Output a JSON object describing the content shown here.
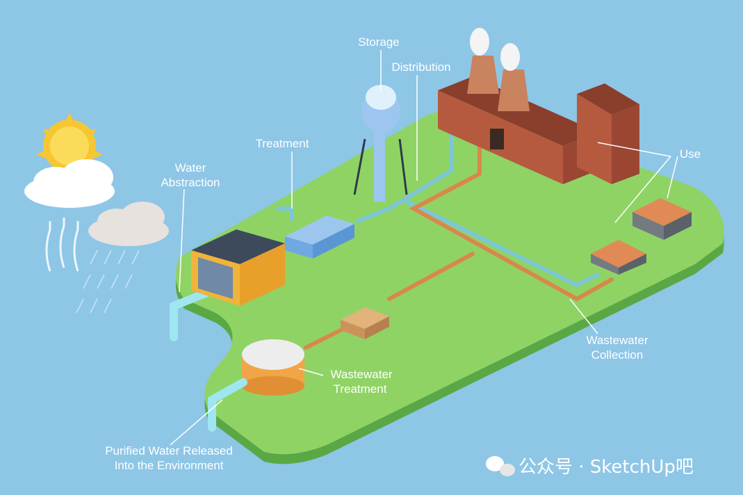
{
  "labels": {
    "storage": "Storage",
    "distribution": "Distribution",
    "treatment": "Treatment",
    "water_abstraction_line1": "Water",
    "water_abstraction_line2": "Abstraction",
    "use": "Use",
    "wastewater_collection_line1": "Wastewater",
    "wastewater_collection_line2": "Collection",
    "wastewater_treatment_line1": "Wastewater",
    "wastewater_treatment_line2": "Treatment",
    "purified_line1": "Purified Water Released",
    "purified_line2": "Into the Environment"
  },
  "watermark": {
    "icon": "wechat-icon",
    "text": "公众号 · SketchUp吧"
  },
  "colors": {
    "sky": "#8ec6e6",
    "land": "#8fd365",
    "clean_pipe": "#7cc6d6",
    "waste_pipe": "#d9874a",
    "factory_brick": "#b65a3f",
    "roof": "#d87a4a"
  }
}
